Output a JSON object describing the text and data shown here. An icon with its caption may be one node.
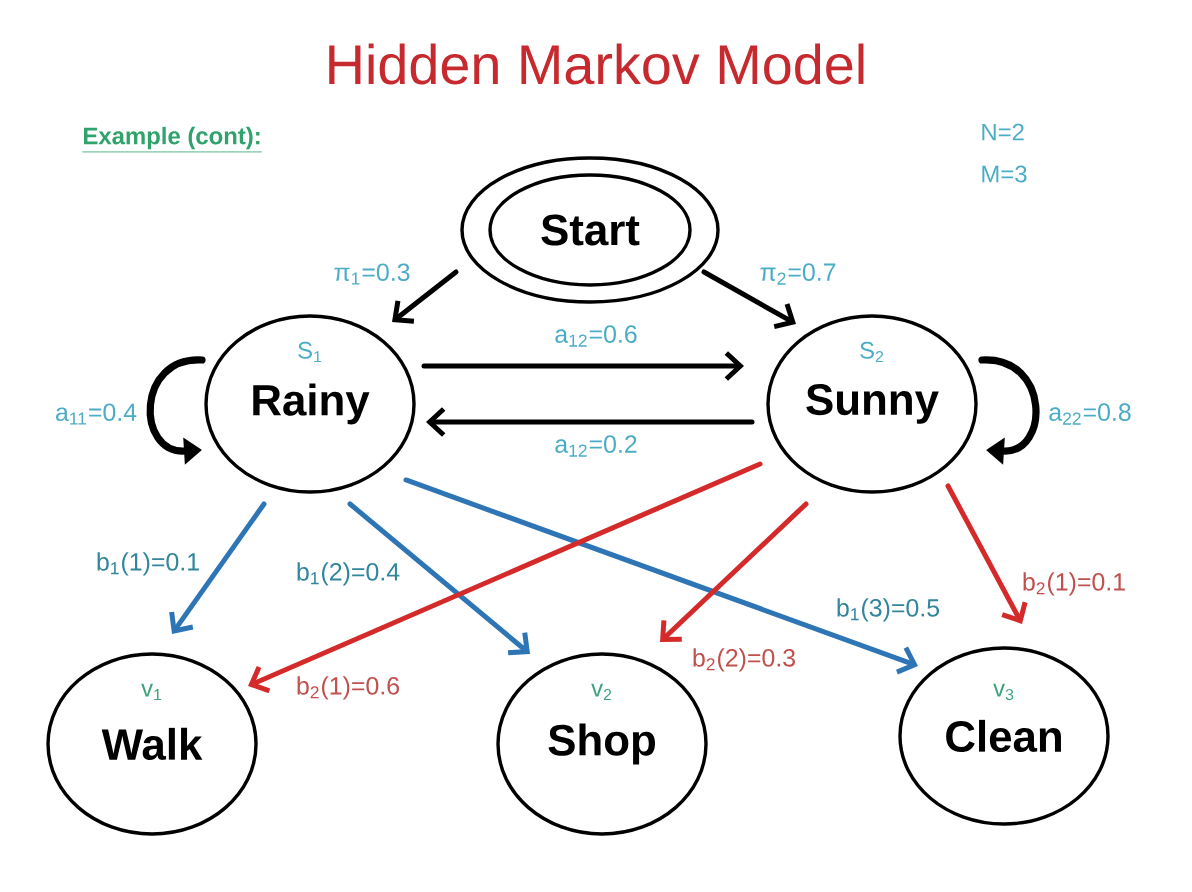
{
  "diagram": {
    "title": "Hidden Markov Model",
    "nodes": [
      {
        "text": [
          "Start"
        ]
      },
      {
        "text": [
          "S$_{1}$",
          "Rainy"
        ]
      },
      {
        "text": [
          "S$_{2}$",
          "Sunny"
        ]
      },
      {
        "text": [
          "v$_{1}$",
          "Walk"
        ]
      },
      {
        "text": [
          "v$_{2}$",
          "Shop"
        ]
      },
      {
        "text": [
          "v$_{3}$",
          "Clean"
        ]
      }
    ],
    "edges": [
      {
        "from": 0,
        "to": 1,
        "arrow": "to",
        "label": "π$_{1}$=0.3"
      },
      {
        "from": 0,
        "to": 2,
        "arrow": "to",
        "label": "π$_{2}$=0.7"
      },
      {
        "from": 1,
        "to": 2,
        "arrow": "to",
        "label": "a$_{12}$=0.6"
      },
      {
        "from": 2,
        "to": 1,
        "arrow": "to",
        "label": "a$_{12}$=0.2"
      },
      {
        "from": 1,
        "to": 1,
        "arrow": "to",
        "label": "a$_{11}$=0.4"
      },
      {
        "from": 2,
        "to": 2,
        "arrow": "to",
        "label": "a$_{22}$=0.8"
      },
      {
        "from": 1,
        "to": 3,
        "arrow": "to",
        "label": "b$_{1}$(1)=0.1",
        "color": "#2e75b6"
      },
      {
        "from": 1,
        "to": 4,
        "arrow": "to",
        "label": "b$_{1}$(2)=0.4",
        "color": "#2e75b6"
      },
      {
        "from": 1,
        "to": 5,
        "arrow": "to",
        "label": "b$_{1}$(3)=0.5",
        "color": "#2e75b6"
      },
      {
        "from": 2,
        "to": 3,
        "arrow": "to",
        "label": "b$_{2}$(1)=0.6",
        "color": "#d42a2a"
      },
      {
        "from": 2,
        "to": 4,
        "arrow": "to",
        "label": "b$_{2}$(2)=0.3",
        "color": "#d42a2a"
      },
      {
        "from": 2,
        "to": 5,
        "arrow": "to",
        "label": "b$_{2}$(1)=0.1",
        "color": "#d42a2a"
      }
    ],
    "labels": [
      "Example (cont):",
      "N=2",
      "M=3"
    ]
  }
}
